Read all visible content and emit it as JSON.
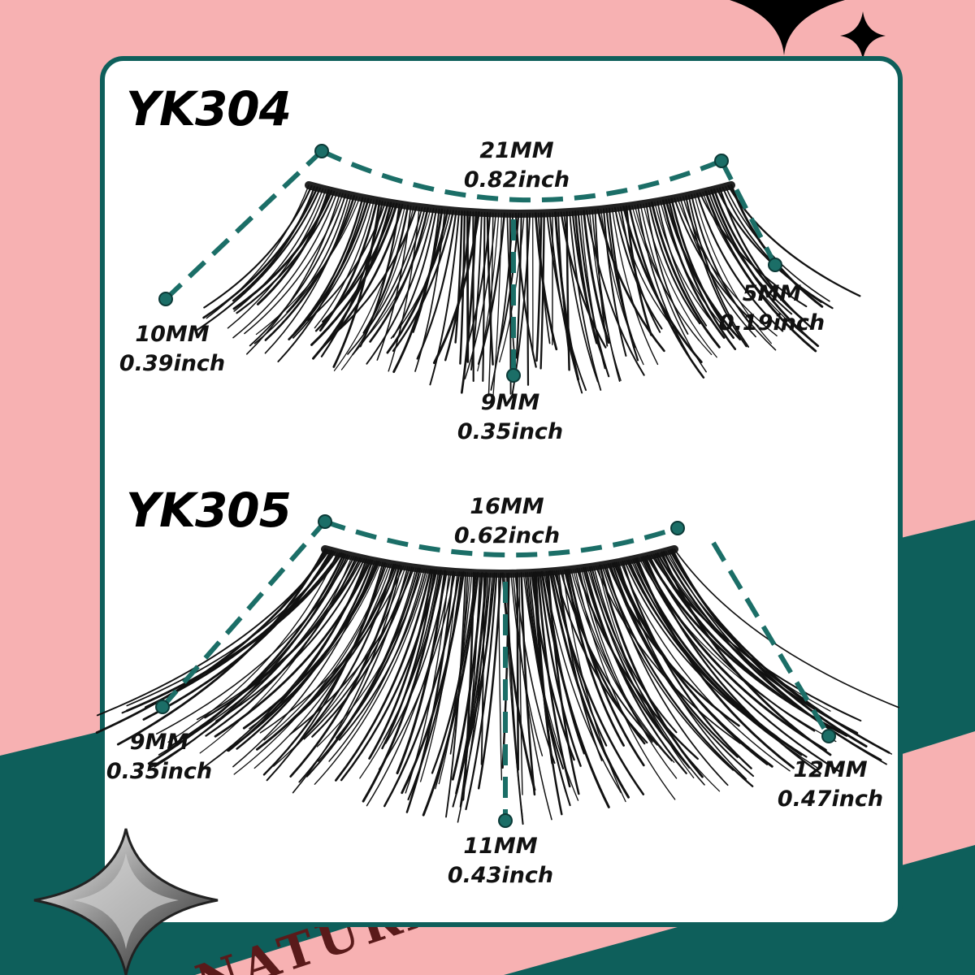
{
  "brand_text": "NATURAL EYELASHES",
  "colors": {
    "background_pink": "#f7b1b2",
    "teal": "#0e5f5b",
    "card": "#ffffff",
    "dot": "#1b6e67"
  },
  "products": [
    {
      "model": "YK304",
      "measurements": {
        "width": {
          "mm": "21MM",
          "inch": "0.82inch"
        },
        "inner": {
          "mm": "10MM",
          "inch": "0.39inch"
        },
        "center": {
          "mm": "9MM",
          "inch": "0.35inch"
        },
        "outer": {
          "mm": "5MM",
          "inch": "0.19inch"
        }
      }
    },
    {
      "model": "YK305",
      "measurements": {
        "width": {
          "mm": "16MM",
          "inch": "0.62inch"
        },
        "inner": {
          "mm": "9MM",
          "inch": "0.35inch"
        },
        "center": {
          "mm": "11MM",
          "inch": "0.43inch"
        },
        "outer": {
          "mm": "12MM",
          "inch": "0.47inch"
        }
      }
    }
  ]
}
